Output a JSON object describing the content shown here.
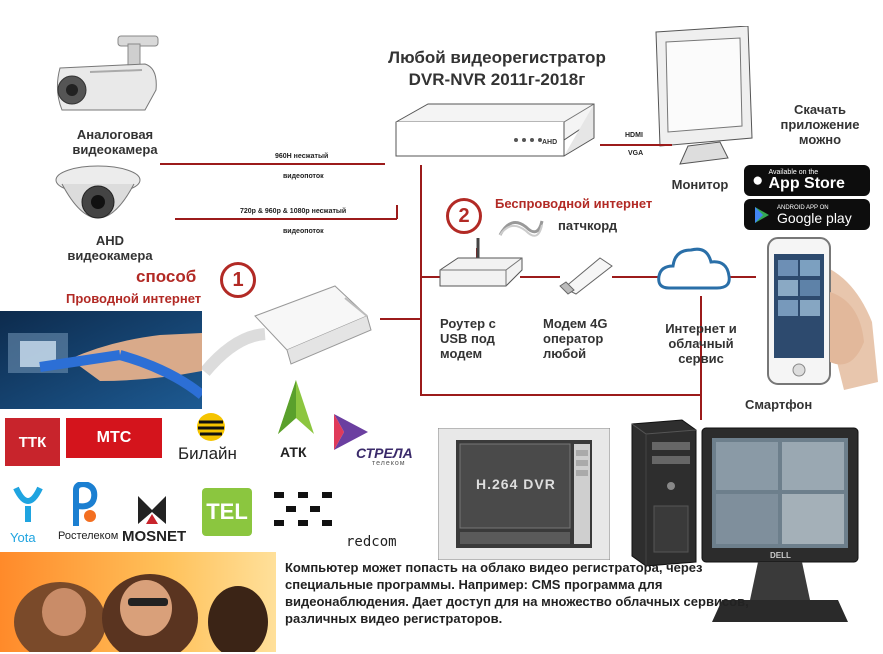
{
  "title": {
    "line1": "Любой видеорегистратор",
    "line2": "DVR-NVR  2011г-2018г"
  },
  "cameras": {
    "analog": "Аналоговая видеокамера",
    "ahd": "AHD видеокамера"
  },
  "streams": {
    "s960": "960H несжатый",
    "s960_sub": "видеопоток",
    "s720": "720p & 960p & 1080p несжатый",
    "s720_sub": "видеопоток"
  },
  "monitor": {
    "label": "Монитор",
    "hdmi": "HDMI",
    "vga": "VGA"
  },
  "dvr_tag": "AHD",
  "download": {
    "label": "Скачать приложение можно",
    "appstore_small": "Available on the",
    "appstore_big": "App Store",
    "gplay_small": "ANDROID APP ON",
    "gplay_big": "Google play"
  },
  "method1": {
    "number": "1",
    "word": "способ",
    "label": "Проводной интернет"
  },
  "method2": {
    "number": "2",
    "label": "Беспроводной интернет",
    "patch": "патчкорд"
  },
  "devices": {
    "router": "Роутер с USB под модем",
    "modem": "Модем 4G оператор любой",
    "cloud": "Интернет и облачный сервис",
    "smartphone": "Смартфон"
  },
  "operators": [
    "ТТК",
    "МТС",
    "Билайн",
    "АТК",
    "СТРЕЛА",
    "телеком",
    "Yota",
    "Ростелеком",
    "MOSNET",
    "TEL",
    "redcom"
  ],
  "dvr_screen": "H.264 DVR",
  "monitor_brand": "DELL",
  "note": "Компьютер может попасть на облако видео регистратора, через специальные программы. Например: CMS программа для видеонаблюдения. Дает доступ для на множество облачных сервисов, различных видео регистраторов.",
  "colors": {
    "accent": "#b22a25",
    "line": "#9c1b1b",
    "text": "#333333"
  }
}
